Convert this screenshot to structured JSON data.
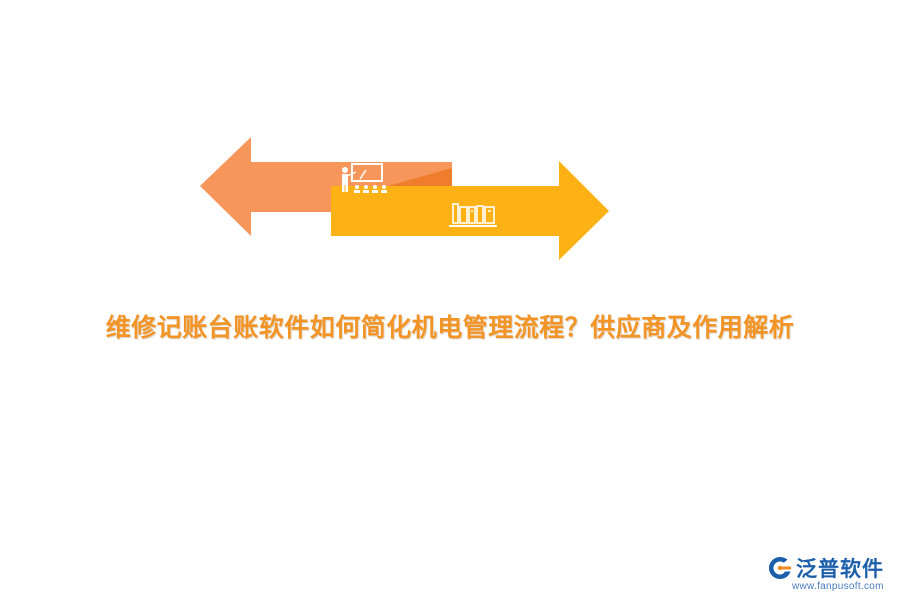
{
  "title": "维修记账台账软件如何简化机电管理流程？供应商及作用解析",
  "logo": {
    "name": "泛普软件",
    "url": "www.fanpusoft.com"
  },
  "icons": {
    "left_arrow": "teacher-presentation-icon",
    "right_arrow": "books-icon"
  },
  "colors": {
    "left_arrow": "#f6965a",
    "left_arrow_fold": "#f07d2e",
    "right_arrow": "#fcb215",
    "title": "#f39426",
    "logo_text": "#1d5fab",
    "logo_url": "#4a7cbf",
    "logo_orange": "#f08a24"
  }
}
